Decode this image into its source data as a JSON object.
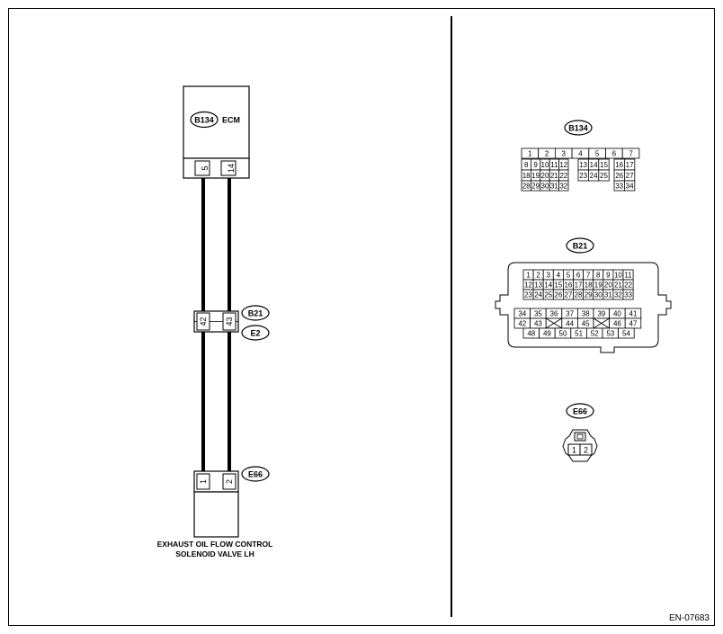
{
  "left_panel": {
    "ecm": {
      "tag": "B134",
      "label": "ECM",
      "pins": [
        "5",
        "14"
      ]
    },
    "inline": {
      "tag_top": "B21",
      "tag_bottom": "E2",
      "pins": [
        "42",
        "43"
      ]
    },
    "valve": {
      "tag": "E66",
      "pins": [
        "1",
        "2"
      ],
      "caption_line1": "EXHAUST OIL FLOW CONTROL",
      "caption_line2": "SOLENOID VALVE LH"
    }
  },
  "right_panel": {
    "b134": {
      "tag": "B134",
      "row1": [
        "1",
        "2",
        "3",
        "4",
        "5",
        "6",
        "7"
      ],
      "row2": [
        "8",
        "9",
        "10",
        "11",
        "12",
        "13",
        "14",
        "15",
        "16",
        "17"
      ],
      "row3": [
        "18",
        "19",
        "20",
        "21",
        "22",
        "23",
        "24",
        "25",
        "26",
        "27"
      ],
      "row4a": [
        "28",
        "29",
        "30",
        "31",
        "32"
      ],
      "row4b": [
        "33",
        "34"
      ]
    },
    "b21": {
      "tag": "B21",
      "row1": [
        "1",
        "2",
        "3",
        "4",
        "5",
        "6",
        "7",
        "8",
        "9",
        "10",
        "11"
      ],
      "row2": [
        "12",
        "13",
        "14",
        "15",
        "16",
        "17",
        "18",
        "19",
        "20",
        "21",
        "22"
      ],
      "row3": [
        "23",
        "24",
        "25",
        "26",
        "27",
        "28",
        "29",
        "30",
        "31",
        "32",
        "33"
      ],
      "row4": [
        "34",
        "35",
        "36",
        "37",
        "38",
        "39",
        "40",
        "41"
      ],
      "row5": [
        "42",
        "43",
        "",
        "44",
        "45",
        "",
        "46",
        "47"
      ],
      "row6": [
        "48",
        "49",
        "50",
        "51",
        "52",
        "53",
        "54"
      ]
    },
    "e66": {
      "tag": "E66",
      "pins": [
        "1",
        "2"
      ]
    }
  },
  "figure_id": "EN-07683"
}
